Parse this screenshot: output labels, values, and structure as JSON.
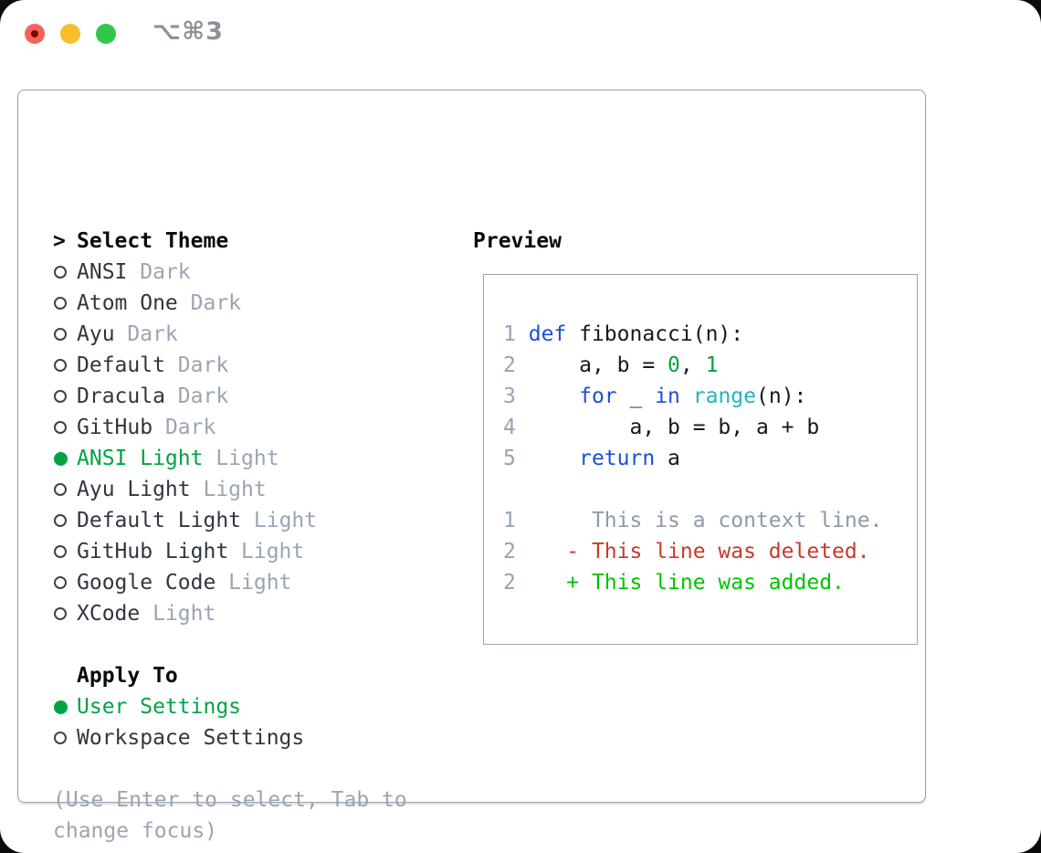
{
  "window": {
    "titlebar": {
      "shortcut_label": "⌥⌘3",
      "buttons": [
        {
          "name": "close",
          "color": "#f4635a"
        },
        {
          "name": "minimize",
          "color": "#f8bd2d"
        },
        {
          "name": "zoom",
          "color": "#33c748"
        }
      ]
    }
  },
  "theme_selector": {
    "prompt": ">",
    "header": "Select Theme",
    "items": [
      {
        "label": "ANSI",
        "variant": "Dark",
        "selected": false
      },
      {
        "label": "Atom One",
        "variant": "Dark",
        "selected": false
      },
      {
        "label": "Ayu",
        "variant": "Dark",
        "selected": false
      },
      {
        "label": "Default",
        "variant": "Dark",
        "selected": false
      },
      {
        "label": "Dracula",
        "variant": "Dark",
        "selected": false
      },
      {
        "label": "GitHub",
        "variant": "Dark",
        "selected": false
      },
      {
        "label": "ANSI Light",
        "variant": "Light",
        "selected": true
      },
      {
        "label": "Ayu Light",
        "variant": "Light",
        "selected": false
      },
      {
        "label": "Default Light",
        "variant": "Light",
        "selected": false
      },
      {
        "label": "GitHub Light",
        "variant": "Light",
        "selected": false
      },
      {
        "label": "Google Code",
        "variant": "Light",
        "selected": false
      },
      {
        "label": "XCode",
        "variant": "Light",
        "selected": false
      }
    ]
  },
  "apply_to": {
    "header": "Apply To",
    "options": [
      {
        "label": "User Settings",
        "selected": true
      },
      {
        "label": "Workspace Settings",
        "selected": false
      }
    ]
  },
  "help_text": "(Use Enter to select, Tab to change focus)",
  "preview": {
    "header": "Preview",
    "code_lines": [
      {
        "num": "1",
        "tokens": [
          {
            "c": "kw",
            "t": "def"
          },
          {
            "c": "pl",
            "t": " fibonacci(n):"
          }
        ]
      },
      {
        "num": "2",
        "tokens": [
          {
            "c": "pl",
            "t": "    a, b = "
          },
          {
            "c": "num",
            "t": "0"
          },
          {
            "c": "pl",
            "t": ", "
          },
          {
            "c": "num",
            "t": "1"
          }
        ]
      },
      {
        "num": "3",
        "tokens": [
          {
            "c": "pl",
            "t": "    "
          },
          {
            "c": "kw",
            "t": "for"
          },
          {
            "c": "pl",
            "t": " _ "
          },
          {
            "c": "kw",
            "t": "in"
          },
          {
            "c": "pl",
            "t": " "
          },
          {
            "c": "fn",
            "t": "range"
          },
          {
            "c": "pl",
            "t": "(n):"
          }
        ]
      },
      {
        "num": "4",
        "tokens": [
          {
            "c": "pl",
            "t": "        a, b = b, a + b"
          }
        ]
      },
      {
        "num": "5",
        "tokens": [
          {
            "c": "pl",
            "t": "    "
          },
          {
            "c": "kw",
            "t": "return"
          },
          {
            "c": "pl",
            "t": " a"
          }
        ]
      }
    ],
    "diff_lines": [
      {
        "num": "1",
        "marker": " ",
        "text": "This is a context line.",
        "type": "context"
      },
      {
        "num": "2",
        "marker": "-",
        "text": "This line was deleted.",
        "type": "deleted"
      },
      {
        "num": "2",
        "marker": "+",
        "text": "This line was added.",
        "type": "added"
      }
    ]
  },
  "colors": {
    "ui_green": "#00a344",
    "keyword_blue": "#1b50d6",
    "builtin_cyan": "#23b2c8",
    "number_green": "#00a33e",
    "added_green": "#00c300",
    "deleted_red": "#c8392b",
    "muted_gray": "#9aa5b2",
    "line_number_gray": "#98a3b0",
    "border_gray": "#9aa3ae",
    "text_dark": "#30363f",
    "traffic_red": "#f4635a",
    "traffic_yellow": "#f8bd2d",
    "traffic_green": "#33c748"
  }
}
